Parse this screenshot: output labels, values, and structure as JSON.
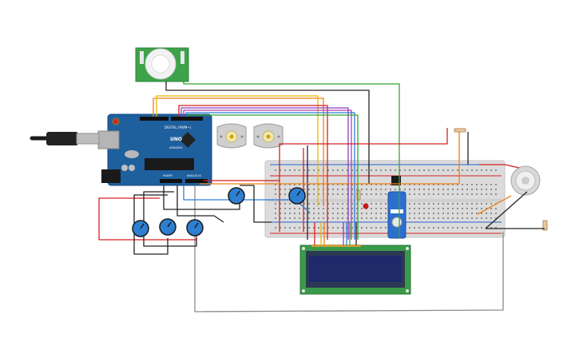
{
  "board": {
    "label_uno": "UNO",
    "label_brand": "ARDUINO",
    "label_digital": "DIGITAL (PWM~)",
    "label_analog": "ANALOG IN",
    "label_power": "POWER"
  },
  "colors": {
    "background": "#ffffff",
    "arduino_board": "#1e5f9e",
    "breadboard": "#dcdcdc",
    "lcd_pcb": "#3a9a4a",
    "lcd_screen": "#1f2a6b",
    "pir_pcb": "#3da34a",
    "wire_red": "#d62020",
    "wire_black": "#222222",
    "wire_green": "#35a535",
    "wire_yellow": "#e6b800",
    "wire_orange": "#f07f12",
    "wire_purple": "#8a3fc0",
    "wire_blue": "#2b7fd6",
    "wire_gray": "#8a8a8a",
    "pot_blue": "#2d7fd1"
  },
  "components": {
    "pir_sensor": "pir-motion-sensor",
    "arduino": "arduino-uno",
    "usb_cable": "usb-cable",
    "motors": [
      "dc-motor-1",
      "dc-motor-2"
    ],
    "potentiometers": [
      "pot-1",
      "pot-2",
      "pot-3",
      "pot-4",
      "pot-5"
    ],
    "breadboard": "breadboard",
    "lcd": "lcd-16x2",
    "servo": "servo-motor",
    "gas_sensor": "gas-sensor",
    "led": "red-led",
    "resistors": [
      "resistor-top",
      "resistor-right",
      "resistor-breadboard"
    ],
    "ic": "transistor-ic"
  }
}
